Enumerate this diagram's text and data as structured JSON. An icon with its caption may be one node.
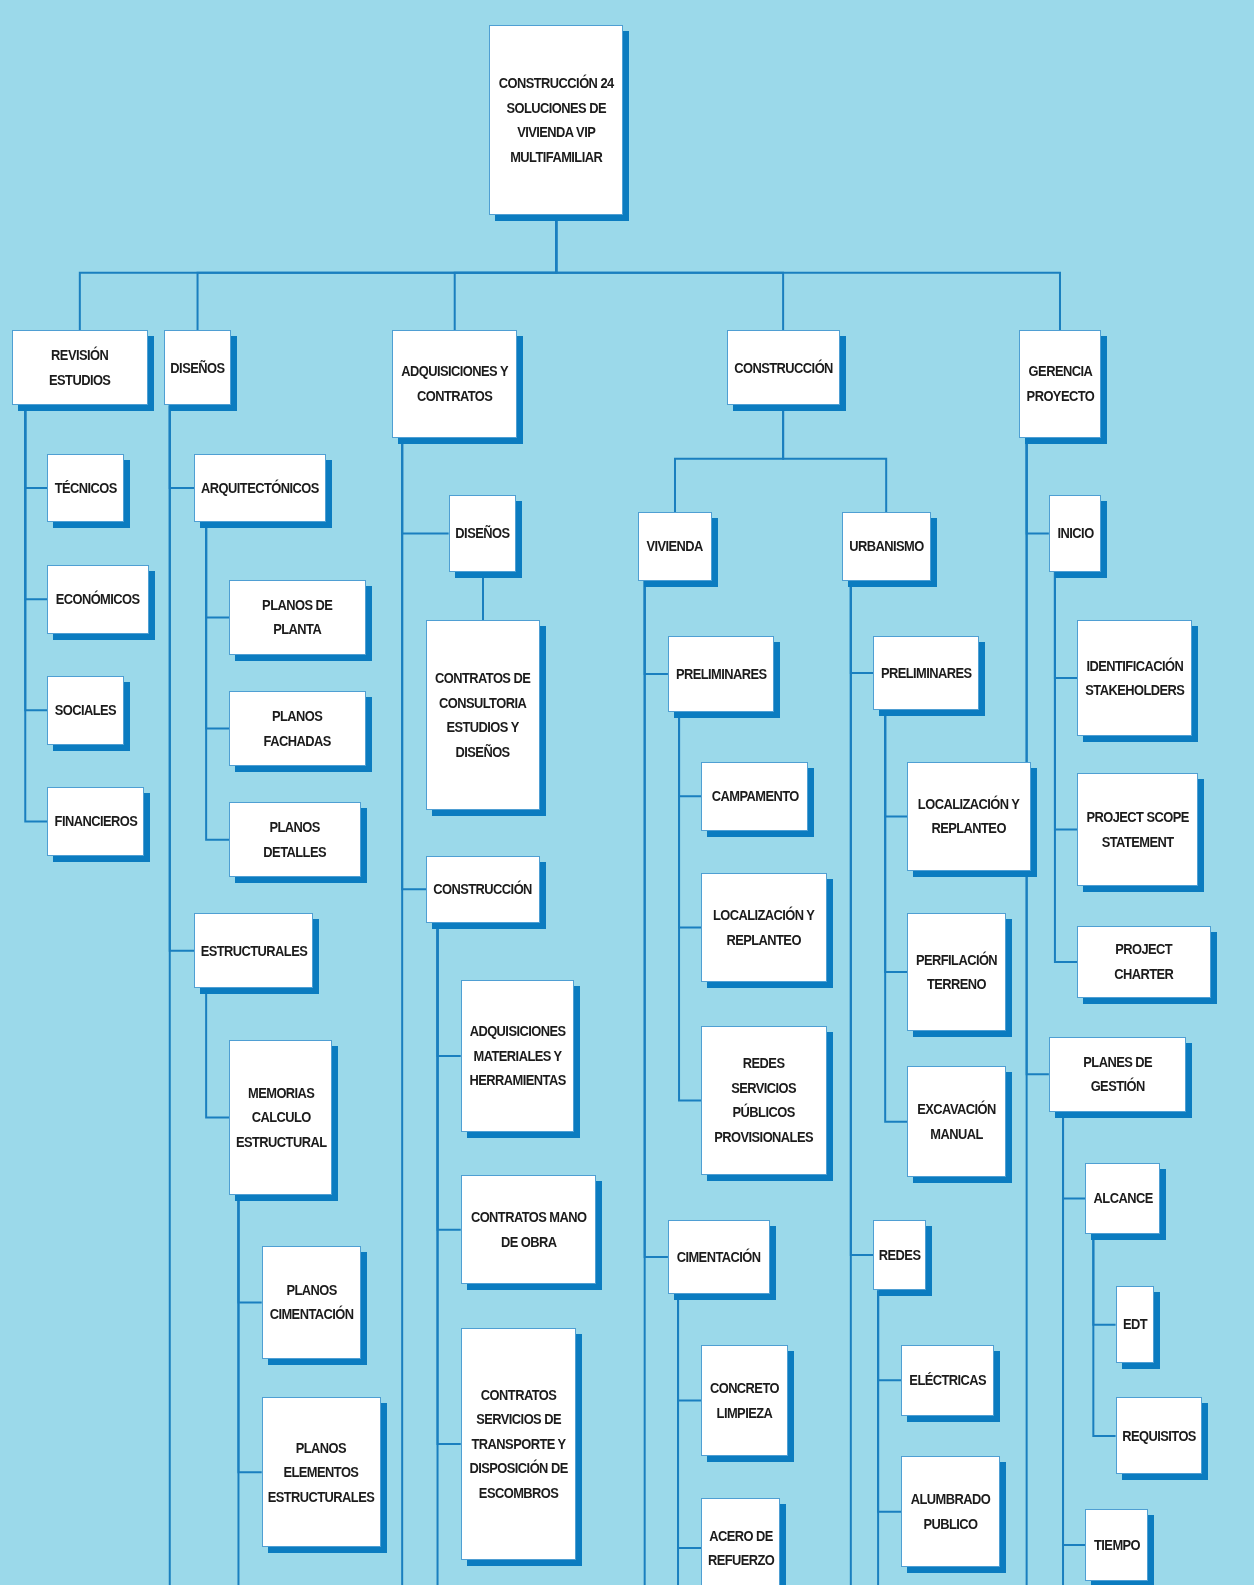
{
  "diagram": {
    "nodes": [
      {
        "text": [
          "CONSTRUCCIÓN 24 SOLUCIONES DE VIVIENDA VIP MULTIFAMILIAR"
        ]
      },
      {
        "text": [
          "REVISIÓN ESTUDIOS"
        ]
      },
      {
        "text": [
          "DISEÑOS"
        ]
      },
      {
        "text": [
          "ADQUISICIONES Y CONTRATOS"
        ]
      },
      {
        "text": [
          "CONSTRUCCIÓN"
        ]
      },
      {
        "text": [
          "GERENCIA PROYECTO"
        ]
      },
      {
        "text": [
          "TÉCNICOS"
        ]
      },
      {
        "text": [
          "ECONÓMICOS"
        ]
      },
      {
        "text": [
          "SOCIALES"
        ]
      },
      {
        "text": [
          "FINANCIEROS"
        ]
      },
      {
        "text": [
          "ARQUITECTÓNICOS"
        ]
      },
      {
        "text": [
          "PLANOS DE PLANTA"
        ]
      },
      {
        "text": [
          "PLANOS FACHADAS"
        ]
      },
      {
        "text": [
          "PLANOS DETALLES"
        ]
      },
      {
        "text": [
          "ESTRUCTURALES"
        ]
      },
      {
        "text": [
          "MEMORIAS CALCULO ESTRUCTURAL"
        ]
      },
      {
        "text": [
          "PLANOS CIMENTACIÓN"
        ]
      },
      {
        "text": [
          "PLANOS ELEMENTOS ESTRUCTURALES"
        ]
      },
      {
        "text": [
          "DISEÑOS"
        ]
      },
      {
        "text": [
          "CONTRATOS DE CONSULTORIA ESTUDIOS Y DISEÑOS"
        ]
      },
      {
        "text": [
          "CONSTRUCCIÓN"
        ]
      },
      {
        "text": [
          "ADQUISICIONES MATERIALES Y HERRAMIENTAS"
        ]
      },
      {
        "text": [
          "CONTRATOS MANO DE OBRA"
        ]
      },
      {
        "text": [
          "CONTRATOS SERVICIOS DE TRANSPORTE Y DISPOSICIÓN DE ESCOMBROS"
        ]
      },
      {
        "text": [
          "VIVIENDA"
        ]
      },
      {
        "text": [
          "URBANISMO"
        ]
      },
      {
        "text": [
          "PRELIMINARES"
        ]
      },
      {
        "text": [
          "CAMPAMENTO"
        ]
      },
      {
        "text": [
          "LOCALIZACIÓN Y REPLANTEO"
        ]
      },
      {
        "text": [
          "REDES SERVICIOS PÚBLICOS PROVISIONALES"
        ]
      },
      {
        "text": [
          "CIMENTACIÓN"
        ]
      },
      {
        "text": [
          "CONCRETO LIMPIEZA"
        ]
      },
      {
        "text": [
          "ACERO DE REFUERZO"
        ]
      },
      {
        "text": [
          "PRELIMINARES"
        ]
      },
      {
        "text": [
          "LOCALIZACIÓN Y REPLANTEO"
        ]
      },
      {
        "text": [
          "PERFILACIÓN TERRENO"
        ]
      },
      {
        "text": [
          "EXCAVACIÓN MANUAL"
        ]
      },
      {
        "text": [
          "REDES"
        ]
      },
      {
        "text": [
          "ELÉCTRICAS"
        ]
      },
      {
        "text": [
          "ALUMBRADO PUBLICO"
        ]
      },
      {
        "text": [
          "INICIO"
        ]
      },
      {
        "text": [
          "IDENTIFICACIÓN STAKEHOLDERS"
        ]
      },
      {
        "text": [
          "PROJECT SCOPE STATEMENT"
        ]
      },
      {
        "text": [
          "PROJECT CHARTER"
        ]
      },
      {
        "text": [
          "PLANES DE GESTIÓN"
        ]
      },
      {
        "text": [
          "ALCANCE"
        ]
      },
      {
        "text": [
          "EDT"
        ]
      },
      {
        "text": [
          "REQUISITOS"
        ]
      },
      {
        "text": [
          "TIEMPO"
        ]
      }
    ],
    "edges": [
      {
        "from": 0,
        "to": 1,
        "arrow": "none"
      },
      {
        "from": 0,
        "to": 2,
        "arrow": "none"
      },
      {
        "from": 0,
        "to": 3,
        "arrow": "none"
      },
      {
        "from": 0,
        "to": 4,
        "arrow": "none"
      },
      {
        "from": 0,
        "to": 5,
        "arrow": "none"
      },
      {
        "from": 1,
        "to": 6,
        "arrow": "none"
      },
      {
        "from": 1,
        "to": 7,
        "arrow": "none"
      },
      {
        "from": 1,
        "to": 8,
        "arrow": "none"
      },
      {
        "from": 1,
        "to": 9,
        "arrow": "none"
      },
      {
        "from": 2,
        "to": 10,
        "arrow": "none"
      },
      {
        "from": 10,
        "to": 11,
        "arrow": "none"
      },
      {
        "from": 10,
        "to": 12,
        "arrow": "none"
      },
      {
        "from": 10,
        "to": 13,
        "arrow": "none"
      },
      {
        "from": 2,
        "to": 14,
        "arrow": "none"
      },
      {
        "from": 14,
        "to": 15,
        "arrow": "none"
      },
      {
        "from": 15,
        "to": 16,
        "arrow": "none"
      },
      {
        "from": 15,
        "to": 17,
        "arrow": "none"
      },
      {
        "from": 3,
        "to": 18,
        "arrow": "none"
      },
      {
        "from": 18,
        "to": 19,
        "arrow": "none"
      },
      {
        "from": 3,
        "to": 20,
        "arrow": "none"
      },
      {
        "from": 20,
        "to": 21,
        "arrow": "none"
      },
      {
        "from": 20,
        "to": 22,
        "arrow": "none"
      },
      {
        "from": 20,
        "to": 23,
        "arrow": "none"
      },
      {
        "from": 4,
        "to": 24,
        "arrow": "none"
      },
      {
        "from": 4,
        "to": 25,
        "arrow": "none"
      },
      {
        "from": 24,
        "to": 26,
        "arrow": "none"
      },
      {
        "from": 26,
        "to": 27,
        "arrow": "none"
      },
      {
        "from": 26,
        "to": 28,
        "arrow": "none"
      },
      {
        "from": 26,
        "to": 29,
        "arrow": "none"
      },
      {
        "from": 24,
        "to": 30,
        "arrow": "none"
      },
      {
        "from": 30,
        "to": 31,
        "arrow": "none"
      },
      {
        "from": 30,
        "to": 32,
        "arrow": "none"
      },
      {
        "from": 25,
        "to": 33,
        "arrow": "none"
      },
      {
        "from": 33,
        "to": 34,
        "arrow": "none"
      },
      {
        "from": 33,
        "to": 35,
        "arrow": "none"
      },
      {
        "from": 33,
        "to": 36,
        "arrow": "none"
      },
      {
        "from": 25,
        "to": 37,
        "arrow": "none"
      },
      {
        "from": 37,
        "to": 38,
        "arrow": "none"
      },
      {
        "from": 37,
        "to": 39,
        "arrow": "none"
      },
      {
        "from": 5,
        "to": 40,
        "arrow": "none"
      },
      {
        "from": 40,
        "to": 41,
        "arrow": "none"
      },
      {
        "from": 40,
        "to": 42,
        "arrow": "none"
      },
      {
        "from": 40,
        "to": 43,
        "arrow": "none"
      },
      {
        "from": 5,
        "to": 44,
        "arrow": "none"
      },
      {
        "from": 44,
        "to": 45,
        "arrow": "none"
      },
      {
        "from": 45,
        "to": 46,
        "arrow": "none"
      },
      {
        "from": 45,
        "to": 47,
        "arrow": "none"
      },
      {
        "from": 44,
        "to": 48,
        "arrow": "none"
      }
    ]
  }
}
